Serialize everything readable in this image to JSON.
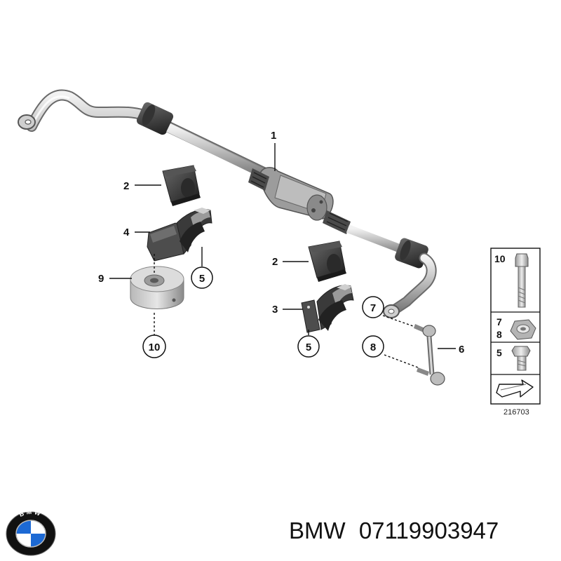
{
  "callouts": {
    "c1": "1",
    "c2a": "2",
    "c2b": "2",
    "c3": "3",
    "c4": "4",
    "c5a": "5",
    "c5b": "5",
    "c6": "6",
    "c7": "7",
    "c8": "8",
    "c9": "9",
    "c10": "10"
  },
  "legend": {
    "row1_num": "10",
    "row2_num_top": "7",
    "row2_num_bottom": "8",
    "row3_num": "5",
    "ref_code": "216703"
  },
  "brand": {
    "name": "BMW",
    "part_number": "07119903947",
    "logo_letters": "BMW",
    "colors": {
      "blue": "#1c69d4",
      "white": "#ffffff",
      "ring": "#111111"
    }
  }
}
